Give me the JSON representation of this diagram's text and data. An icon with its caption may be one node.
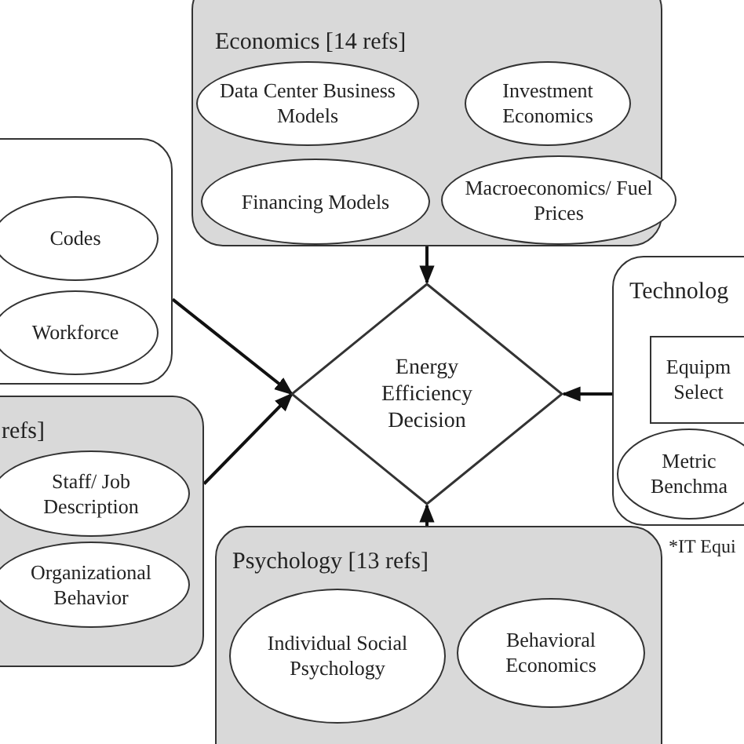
{
  "diagram": {
    "nodes": [
      {
        "text": [
          "Economics [14 refs]"
        ]
      },
      {
        "text": [
          "Data Center Business Models"
        ],
        "in": 0
      },
      {
        "text": [
          "Investment Economics"
        ],
        "in": 0
      },
      {
        "text": [
          "Financing Models"
        ],
        "in": 0
      },
      {
        "text": [
          "Macroeconomics/ Fuel Prices"
        ],
        "in": 0
      },
      {
        "text": [],
        "shape": "box"
      },
      {
        "text": [
          "Codes"
        ],
        "in": 5
      },
      {
        "text": [
          "Workforce"
        ],
        "in": 5
      },
      {
        "text": [
          "refs]"
        ]
      },
      {
        "text": [
          "Staff/ Job Description"
        ],
        "in": 8
      },
      {
        "text": [
          "Organizational Behavior"
        ],
        "in": 8
      },
      {
        "text": [
          "Energy Efficiency Decision"
        ]
      },
      {
        "text": [
          "Technolog"
        ]
      },
      {
        "text": [
          "Equipm Select"
        ],
        "in": 12
      },
      {
        "text": [
          "Metric Benchma"
        ],
        "in": 12
      },
      {
        "text": [
          "Psychology [13 refs]"
        ]
      },
      {
        "text": [
          "Individual Social Psychology"
        ],
        "in": 15
      },
      {
        "text": [
          "Behavioral Economics"
        ],
        "in": 15
      }
    ],
    "edges": [
      {
        "from": 0,
        "to": 11,
        "arrow": "to"
      },
      {
        "from": 5,
        "to": 11,
        "arrow": "to"
      },
      {
        "from": 8,
        "to": 11,
        "arrow": "to"
      },
      {
        "from": 12,
        "to": 11,
        "arrow": "to"
      },
      {
        "from": 15,
        "to": 11,
        "arrow": "to"
      }
    ],
    "labels": [
      "*IT Equi"
    ]
  }
}
